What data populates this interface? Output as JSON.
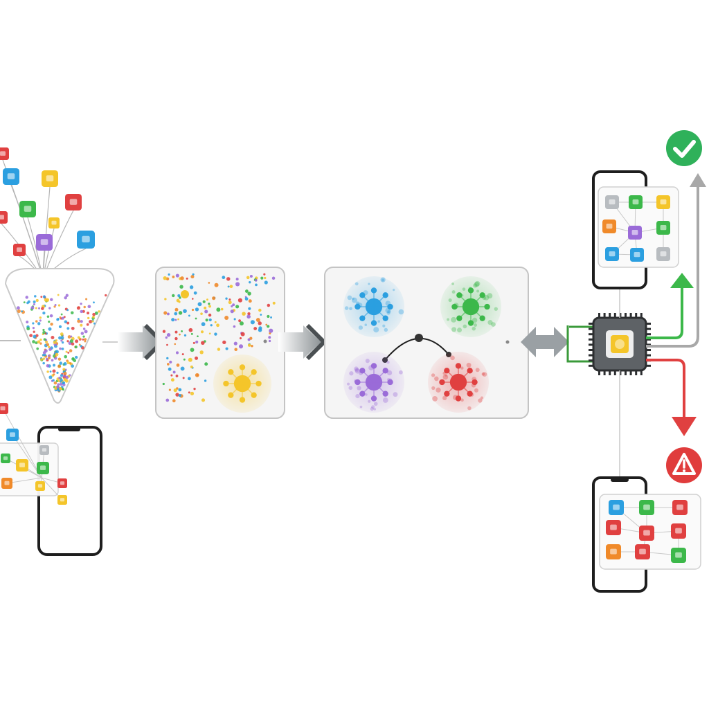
{
  "title": "",
  "colors": {
    "blue": "#2b9fe0",
    "green": "#3cb84a",
    "yellow": "#f4c52a",
    "red": "#e04040",
    "purple": "#9a6bd8",
    "orange": "#f08a2a",
    "gray": "#b8bcc0",
    "dark": "#222222",
    "panel_bg": "#f3f3f3",
    "panel_border": "#bfbfbf",
    "arrow": "#9aa0a4",
    "success": "#2fb15a",
    "warning": "#e03c3c"
  },
  "stages": [
    {
      "name": "funnel-intake",
      "icon": "funnel-icon"
    },
    {
      "name": "scatter-panel",
      "icon": "particles-icon"
    },
    {
      "name": "cluster-panel",
      "icon": "clusters-icon"
    },
    {
      "name": "processor",
      "icon": "chip-icon"
    }
  ],
  "outcomes": [
    {
      "name": "success",
      "icon": "checkmark-icon"
    },
    {
      "name": "warning",
      "icon": "warning-icon"
    }
  ]
}
